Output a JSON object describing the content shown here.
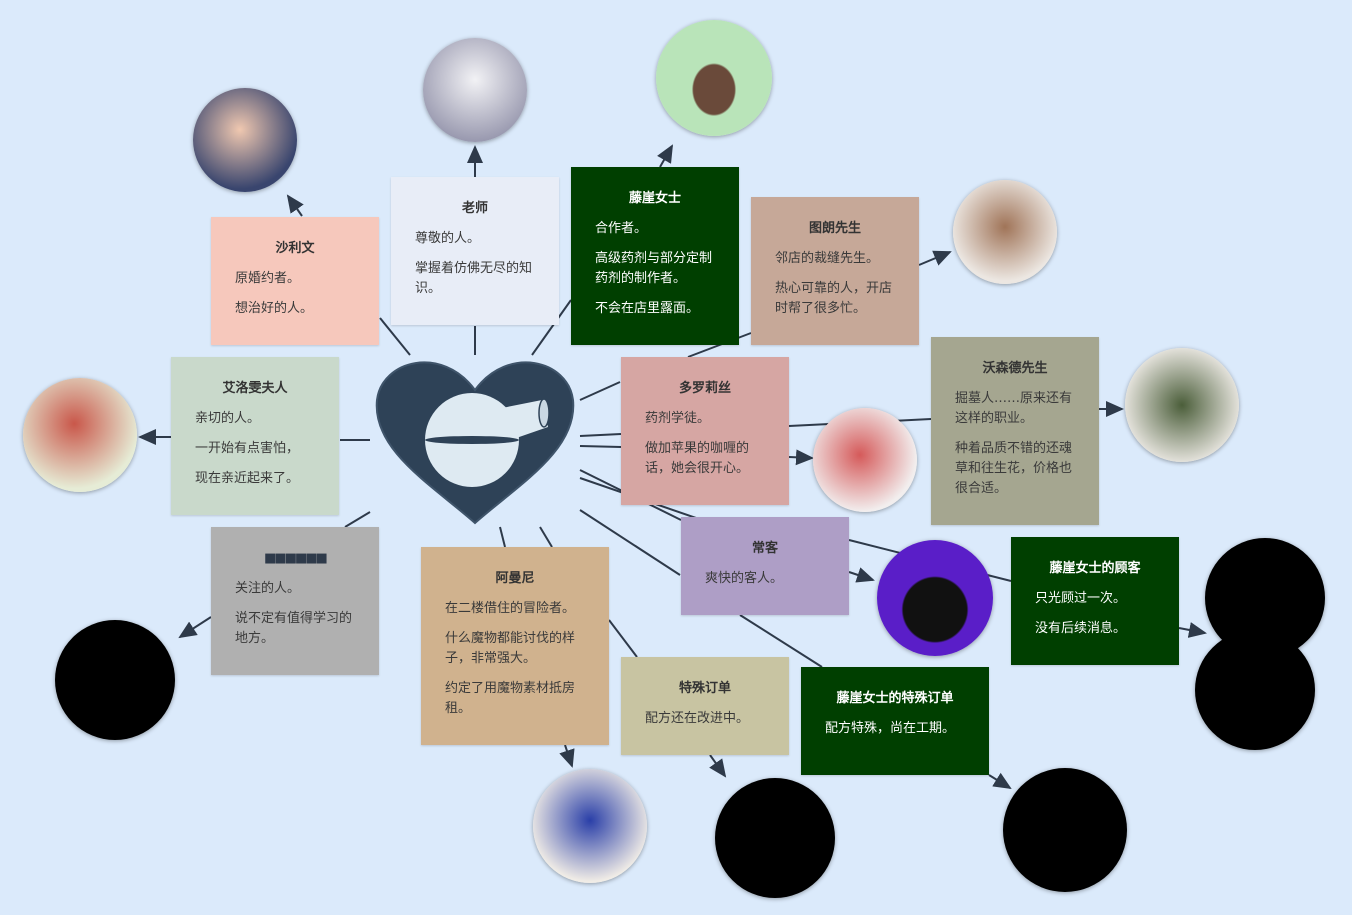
{
  "colors": {
    "background": "#dbeafb",
    "heart": "#2e4257",
    "dark_card": "#003f00"
  },
  "cards": [
    {
      "title": "沙利文",
      "lines": [
        "原婚约者。",
        "想治好的人。"
      ]
    },
    {
      "title": "老师",
      "lines": [
        "尊敬的人。",
        "掌握着仿佛无尽的知识。"
      ]
    },
    {
      "title": "藤崖女士",
      "lines": [
        "合作者。",
        "高级药剂与部分定制药剂的制作者。",
        "不会在店里露面。"
      ]
    },
    {
      "title": "图朗先生",
      "lines": [
        "邻店的裁缝先生。",
        "热心可靠的人，开店时帮了很多忙。"
      ]
    },
    {
      "title": "艾洛雯夫人",
      "lines": [
        "亲切的人。",
        "一开始有点害怕，",
        "现在亲近起来了。"
      ]
    },
    {
      "title": "多罗莉丝",
      "lines": [
        "药剂学徒。",
        "做加苹果的咖喱的话，她会很开心。"
      ]
    },
    {
      "title": "沃森德先生",
      "lines": [
        "掘墓人……原来还有这样的职业。",
        "种着品质不错的还魂草和往生花，价格也很合适。"
      ]
    },
    {
      "title": "常客",
      "lines": [
        "爽快的客人。"
      ]
    },
    {
      "title": "■■■■■■",
      "lines": [
        "关注的人。",
        "说不定有值得学习的地方。"
      ]
    },
    {
      "title": "阿曼尼",
      "lines": [
        "在二楼借住的冒险者。",
        "什么魔物都能讨伐的样子，非常强大。",
        "约定了用魔物素材抵房租。"
      ]
    },
    {
      "title": "特殊订单",
      "lines": [
        "配方还在改进中。"
      ]
    },
    {
      "title": "藤崖女士的特殊订单",
      "lines": [
        "配方特殊，尚在工期。"
      ]
    },
    {
      "title": "藤崖女士的顾客",
      "lines": [
        "只光顾过一次。",
        "没有后续消息。"
      ]
    }
  ]
}
